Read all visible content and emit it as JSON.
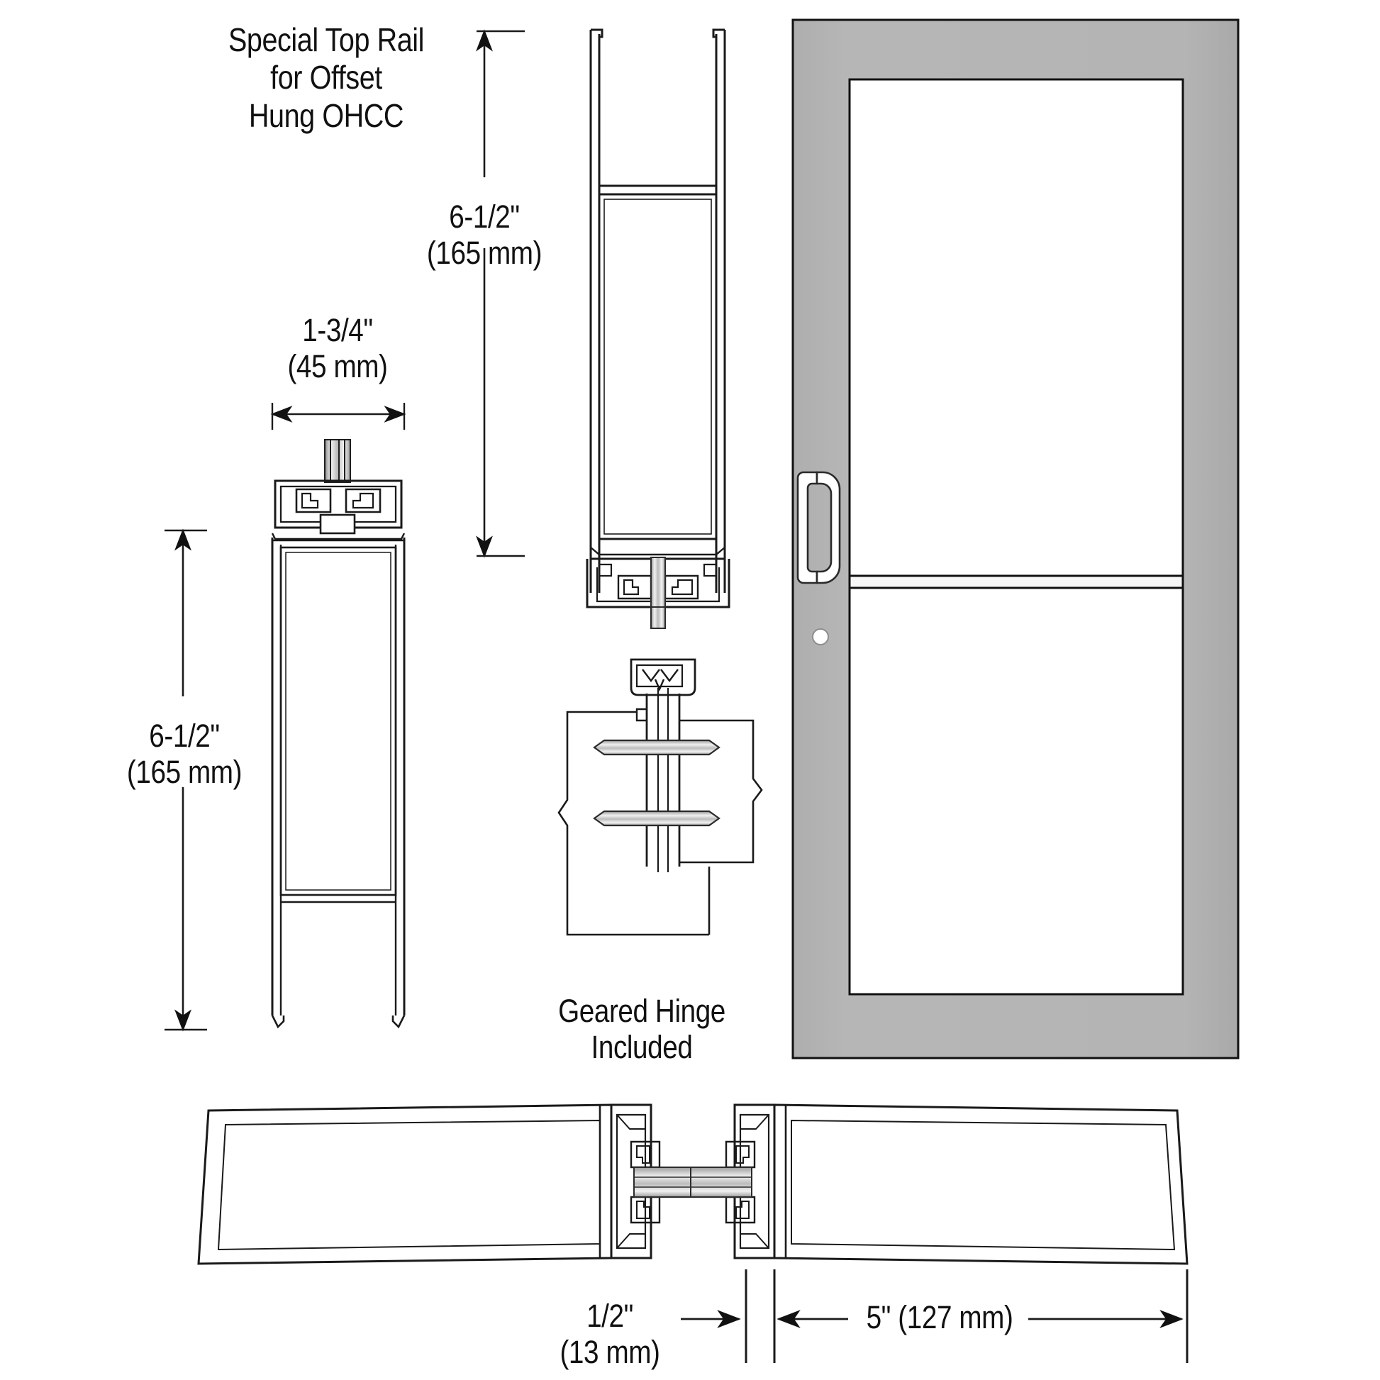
{
  "drawing": {
    "title_note": "Special Top Rail\nfor Offset\nHung OHCC",
    "hinge_note": "Geared Hinge\nIncluded",
    "background_color": "#ffffff",
    "line_color": "#1a1a1a",
    "door_face_color": "#b2b2b2",
    "door_glass_color": "#ffffff"
  },
  "dimensions": {
    "top_rail_height": "6-1/2\"\n(165 mm)",
    "rail_depth": "1-3/4\"\n(45 mm)",
    "left_rail_height": "6-1/2\"\n(165 mm)",
    "gap_width": "1/2\"\n(13 mm)",
    "stile_width": "5\" (127 mm)"
  },
  "labels": {
    "top_rail_height_in": "6-1/2\"",
    "top_rail_height_mm": "(165 mm)",
    "rail_depth_in": "1-3/4\"",
    "rail_depth_mm": "(45 mm)",
    "left_rail_height_in": "6-1/2\"",
    "left_rail_height_mm": "(165 mm)",
    "gap_in": "1/2\"",
    "gap_mm": "(13 mm)",
    "stile_combined": "5\" (127 mm)"
  },
  "views": {
    "top_rail_profile": "top-rail-cross-section",
    "stile_profile": "vertical-stile-cross-section",
    "geared_hinge": "geared-hinge-cross-section",
    "door_elevation": "door-elevation-view",
    "bottom_plan": "horizontal-plan-section"
  },
  "door": {
    "handle": "pull-handle",
    "lock": "cylinder-lock",
    "muntin": "horizontal-muntin-bar"
  }
}
